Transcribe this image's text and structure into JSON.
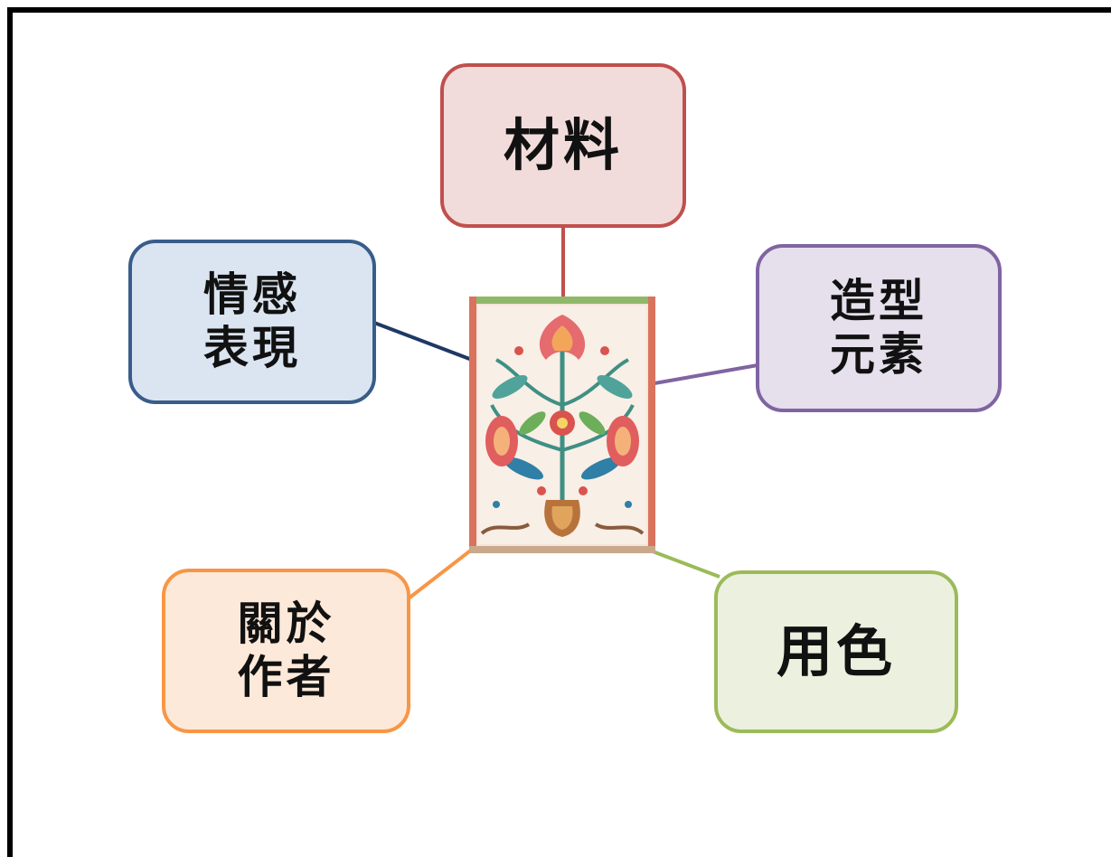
{
  "diagram": {
    "center": {
      "icon": "ornamental-floral-textile-artwork-icon"
    },
    "nodes": {
      "materials": {
        "line1": "材料",
        "border_color": "#c0504d",
        "fill_color": "#f2dcdb"
      },
      "emotion": {
        "line1": "情感",
        "line2": "表現",
        "border_color": "#385d8a",
        "fill_color": "#dbe5f1"
      },
      "form": {
        "line1": "造型",
        "line2": "元素",
        "border_color": "#8064a2",
        "fill_color": "#e5e0ec"
      },
      "author": {
        "line1": "關於",
        "line2": "作者",
        "border_color": "#f79646",
        "fill_color": "#fde9d9"
      },
      "color": {
        "line1": "用色",
        "border_color": "#9bbb59",
        "fill_color": "#ebf1de"
      }
    }
  }
}
